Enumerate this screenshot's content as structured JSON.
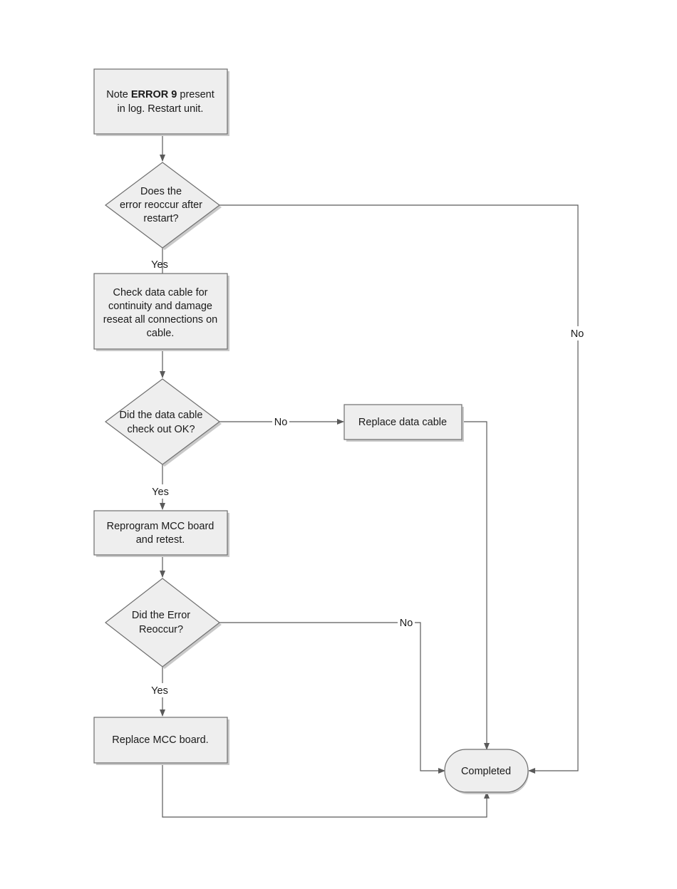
{
  "nodes": {
    "start": {
      "line1_prefix": "Note ",
      "line1_bold": "ERROR 9",
      "line1_suffix": " present",
      "line2": "in log. Restart unit."
    },
    "q_reoccur": {
      "lines": [
        "Does the",
        "error reoccur after",
        "restart?"
      ]
    },
    "check_cable": {
      "lines": [
        "Check data cable for",
        "continuity and damage",
        "reseat all connections on",
        "cable."
      ]
    },
    "q_cable_ok": {
      "lines": [
        "Did the data cable",
        "check out OK?"
      ]
    },
    "replace_cable": {
      "lines": [
        "Replace data cable"
      ]
    },
    "reprogram": {
      "lines": [
        "Reprogram MCC board",
        "and retest."
      ]
    },
    "q_error_again": {
      "lines": [
        "Did the Error",
        "Reoccur?"
      ]
    },
    "replace_board": {
      "lines": [
        "Replace MCC board."
      ]
    },
    "completed": {
      "lines": [
        "Completed"
      ]
    }
  },
  "edge_labels": {
    "reoccur_yes": "Yes",
    "reoccur_no": "No",
    "cable_no": "No",
    "cable_yes": "Yes",
    "error_no": "No",
    "error_yes": "Yes"
  }
}
